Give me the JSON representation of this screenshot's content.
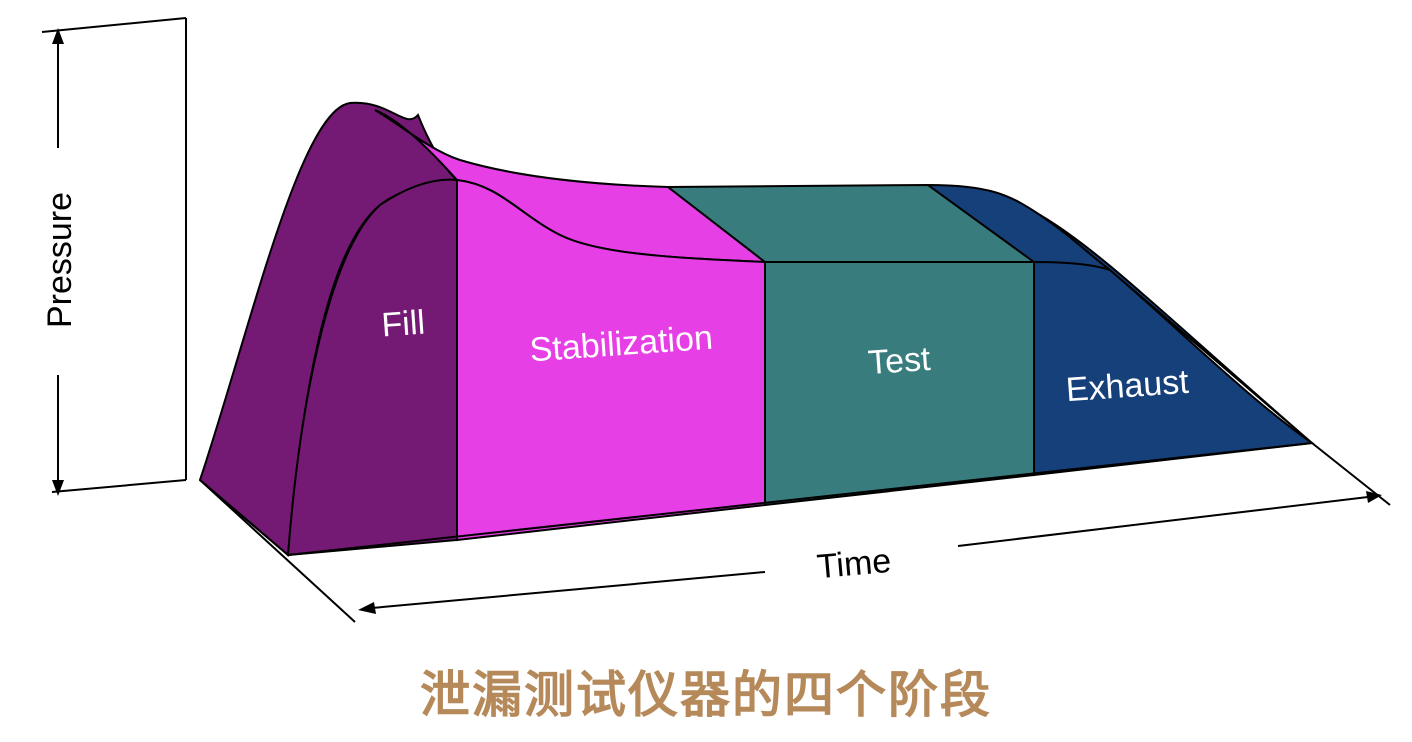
{
  "axes": {
    "y_label": "Pressure",
    "x_label": "Time"
  },
  "stages": [
    {
      "label": "Fill",
      "color": "#741974",
      "top_color": "#741974"
    },
    {
      "label": "Stabilization",
      "color": "#e63fe6",
      "top_color": "#e63fe6"
    },
    {
      "label": "Test",
      "color": "#387c7e",
      "top_color": "#387c7e"
    },
    {
      "label": "Exhaust",
      "color": "#16407a",
      "top_color": "#16407a"
    }
  ],
  "caption": "泄漏测试仪器的四个阶段"
}
